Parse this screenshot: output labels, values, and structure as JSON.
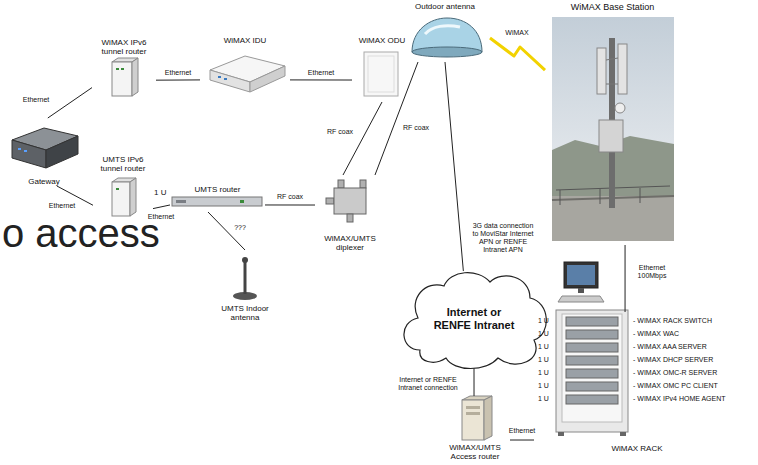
{
  "diagram": {
    "nodes": [
      {
        "text": [
          "Outdoor antenna"
        ]
      },
      {
        "text": [
          "WiMAX Base Station"
        ]
      },
      {
        "text": [
          "WiMAX IPv6 tunnel router"
        ]
      },
      {
        "text": [
          "WiMAX IDU"
        ]
      },
      {
        "text": [
          "WiMAX ODU"
        ]
      },
      {
        "text": [
          "Gateway"
        ]
      },
      {
        "text": [
          "UMTS IPv6 tunnel router"
        ]
      },
      {
        "text": [
          "UMTS router"
        ]
      },
      {
        "text": [
          "WiMAX/UMTS diplexer"
        ]
      },
      {
        "text": [
          "UMTS Indoor antenna"
        ]
      },
      {
        "text": [
          "Internet or RENFE Intranet"
        ]
      },
      {
        "text": [
          "WiMAX RACK"
        ]
      },
      {
        "text": [
          "WiMAX/UMTS Access router"
        ]
      }
    ],
    "edges": [
      {
        "from": 5,
        "to": 2,
        "arrow": "none",
        "label": "Ethernet"
      },
      {
        "from": 5,
        "to": 6,
        "arrow": "none",
        "label": "Ethernet"
      },
      {
        "from": 2,
        "to": 3,
        "arrow": "none",
        "label": "Ethernet"
      },
      {
        "from": 3,
        "to": 4,
        "arrow": "none",
        "label": "Ethernet"
      },
      {
        "from": 6,
        "to": 7,
        "arrow": "none",
        "label": "Ethernet"
      },
      {
        "from": 4,
        "to": 8,
        "arrow": "none",
        "label": "RF coax"
      },
      {
        "from": 7,
        "to": 8,
        "arrow": "none",
        "label": "RF coax"
      },
      {
        "from": 8,
        "to": 0,
        "arrow": "none",
        "label": "RF coax"
      },
      {
        "from": 7,
        "to": 9,
        "arrow": "none",
        "label": "???"
      },
      {
        "from": 0,
        "to": 1,
        "arrow": "none",
        "label": "WiMAX"
      },
      {
        "from": 0,
        "to": 10,
        "arrow": "none",
        "label": "3G data connection to MoviStar Internet APN or RENFE Intranet APN"
      },
      {
        "from": 1,
        "to": 11,
        "arrow": "none",
        "label": "Ethernet 100Mbps"
      },
      {
        "from": 10,
        "to": 12,
        "arrow": "none",
        "label": "Internet or RENFE Intranet connection"
      },
      {
        "from": 12,
        "to": 11,
        "arrow": "none",
        "label": "Ethernet"
      }
    ],
    "labels": [
      "1 U",
      "o access",
      "1 U",
      "1 U",
      "1 U",
      "1 U",
      "1 U",
      "1 U",
      "1 U",
      "- WIMAX RACK SWITCH",
      "- WIMAX WAC",
      "- WIMAX AAA SERVER",
      "- WIMAX DHCP SERVER",
      "- WIMAX OMC-R SERVER",
      "- WIMAX OMC PC CLIENT",
      "- WIMAX IPv4 HOME AGENT"
    ]
  }
}
